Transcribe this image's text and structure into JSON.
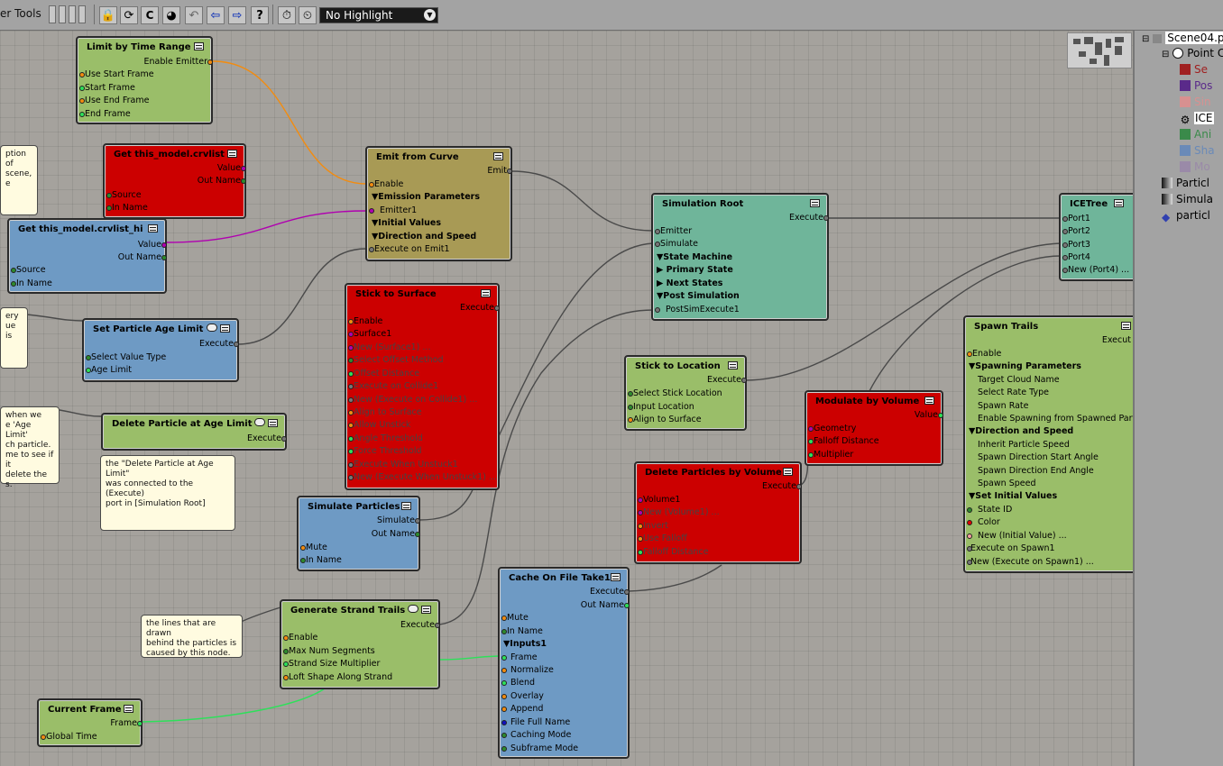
{
  "toolbar": {
    "title": "er Tools",
    "highlight_select": "No Highlight"
  },
  "nodes": {
    "limit_time": {
      "title": "Limit by Time Range",
      "ports": [
        "Enable Emitter",
        "Use Start Frame",
        "Start Frame",
        "Use End Frame",
        "End Frame"
      ]
    },
    "crvlist": {
      "title": "Get this_model.crvlist",
      "ports": [
        "Value",
        "Out Name",
        "Source",
        "In Name"
      ]
    },
    "crvlist_hi": {
      "title": "Get this_model.crvlist_hi",
      "ports": [
        "Value",
        "Out Name",
        "Source",
        "In Name"
      ]
    },
    "age_limit": {
      "title": "Set Particle Age Limit",
      "ports": [
        "Execute",
        "Select Value Type",
        "Age Limit"
      ]
    },
    "delete_age": {
      "title": "Delete Particle at Age Limit",
      "ports": [
        "Execute"
      ]
    },
    "emit_curve": {
      "title": "Emit from Curve",
      "ports": [
        "Emit",
        "Enable",
        "▼Emission Parameters",
        "Emitter1",
        "▼Initial Values",
        "▼Direction and Speed",
        "Execute on Emit1"
      ]
    },
    "stick_surface": {
      "title": "Stick to Surface",
      "ports": [
        "Execute",
        "Enable",
        "Surface1",
        "New (Surface1) ...",
        "Select Offset Method",
        "Offset Distance",
        "Execute on Collide1",
        "New (Execute on Collide1) ...",
        "Align to Surface",
        "Allow Unstick",
        "Angle Threshold",
        "Force Threshold",
        "Execute When Unstuck1",
        "New (Execute When Unstuck1) ..."
      ]
    },
    "sim_root": {
      "title": "Simulation Root",
      "ports": [
        "Execute",
        "Emitter",
        "Simulate",
        "▼State Machine",
        "▶  Primary State",
        "▶  Next States",
        "▼Post Simulation",
        "PostSimExecute1"
      ]
    },
    "icetree": {
      "title": "ICETree",
      "ports": [
        "Port1",
        "Port2",
        "Port3",
        "Port4",
        "New (Port4) ..."
      ]
    },
    "stick_location": {
      "title": "Stick to Location",
      "ports": [
        "Execute",
        "Select Stick Location",
        "Input Location",
        "Align to Surface"
      ]
    },
    "modulate": {
      "title": "Modulate by Volume",
      "ports": [
        "Value",
        "Geometry",
        "Falloff Distance",
        "Multiplier"
      ]
    },
    "delete_volume": {
      "title": "Delete Particles by Volume",
      "ports": [
        "Execute",
        "Volume1",
        "New (Volume1) ...",
        "Invert",
        "Use Falloff",
        "Falloff Distance"
      ]
    },
    "simulate": {
      "title": "Simulate Particles",
      "ports": [
        "Simulate",
        "Out Name",
        "Mute",
        "In Name"
      ]
    },
    "strand": {
      "title": "Generate Strand Trails",
      "ports": [
        "Execute",
        "Enable",
        "Max Num Segments",
        "Strand Size Multiplier",
        "Loft Shape Along Strand"
      ]
    },
    "cache": {
      "title": "Cache On File Take1",
      "ports": [
        "Execute",
        "Out Name",
        "Mute",
        "In Name",
        "▼Inputs1",
        "Frame",
        "Normalize",
        "Blend",
        "Overlay",
        "Append",
        "File Full Name",
        "Caching Mode",
        "Subframe Mode"
      ]
    },
    "current_frame": {
      "title": "Current Frame",
      "ports": [
        "Frame",
        "Global Time"
      ]
    },
    "spawn": {
      "title": "Spawn Trails",
      "ports": [
        "Execut",
        "Enable",
        "▼Spawning Parameters",
        "Target Cloud Name",
        "Select Rate Type",
        "Spawn Rate",
        "Enable Spawning from Spawned Particles",
        "▼Direction and Speed",
        "Inherit Particle Speed",
        "Spawn Direction Start Angle",
        "Spawn Direction End Angle",
        "Spawn Speed",
        "▼Set Initial Values",
        "State ID",
        "Color",
        "New (Initial Value) ...",
        "Execute on Spawn1",
        "New (Execute on Spawn1) ..."
      ]
    }
  },
  "notes": [
    [
      "ption of",
      "scene,",
      "e"
    ],
    [
      "ery",
      "ue is"
    ],
    [
      "when we",
      "e 'Age Limit'",
      "ch particle.",
      "me to see if it",
      "delete the",
      "s."
    ],
    [
      "the \"Delete Particle at Age Limit\"",
      "was connected to the (Execute)",
      "port in [Simulation Root]"
    ],
    [
      "the lines that are drawn",
      "behind the particles is",
      "caused by this node."
    ]
  ],
  "tree": [
    "Scene04.p",
    "Point C",
    "Se",
    "Pos",
    "Sin",
    "ICE",
    "Ani",
    "Sha",
    "Mo",
    "Particl",
    "Simula",
    "particl"
  ]
}
